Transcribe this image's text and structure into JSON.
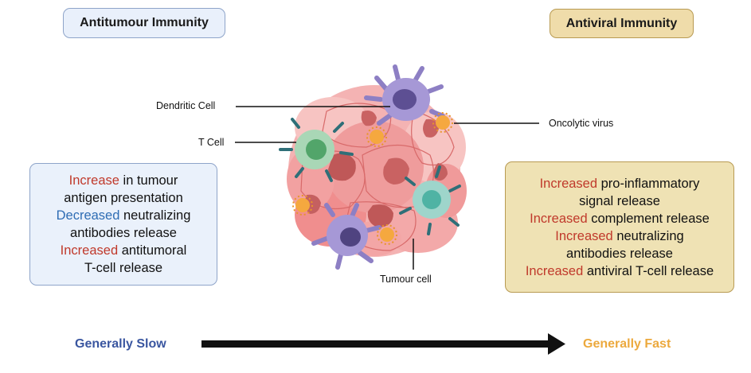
{
  "headers": {
    "left": "Antitumour Immunity",
    "right": "Antiviral Immunity"
  },
  "left_panel": {
    "lines": [
      {
        "hl": "Increase",
        "rest": " in tumour"
      },
      {
        "hl": "",
        "rest": "antigen presentation"
      },
      {
        "hl": "Decreased",
        "rest": " neutralizing"
      },
      {
        "hl": "",
        "rest": "antibodies release"
      },
      {
        "hl": "Increased",
        "rest": " antitumoral"
      },
      {
        "hl": "",
        "rest": "T-cell release"
      }
    ]
  },
  "right_panel": {
    "lines": [
      {
        "hl": "Increased",
        "rest": " pro-inflammatory"
      },
      {
        "hl": "",
        "rest": "signal release"
      },
      {
        "hl": "Increased",
        "rest": " complement release"
      },
      {
        "hl": "Increased",
        "rest": " neutralizing"
      },
      {
        "hl": "",
        "rest": "antibodies release"
      },
      {
        "hl": "Increased",
        "rest": " antiviral T-cell release"
      }
    ]
  },
  "labels": {
    "dendritic": "Dendritic Cell",
    "tcell": "T Cell",
    "virus": "Oncolytic virus",
    "tumour": "Tumour cell"
  },
  "speed": {
    "slow": "Generally Slow",
    "fast": "Generally Fast"
  },
  "colors": {
    "highlight_red": "#c0392b",
    "highlight_blue": "#2e6db4",
    "slow": "#3a56a0",
    "fast": "#eca93d"
  }
}
